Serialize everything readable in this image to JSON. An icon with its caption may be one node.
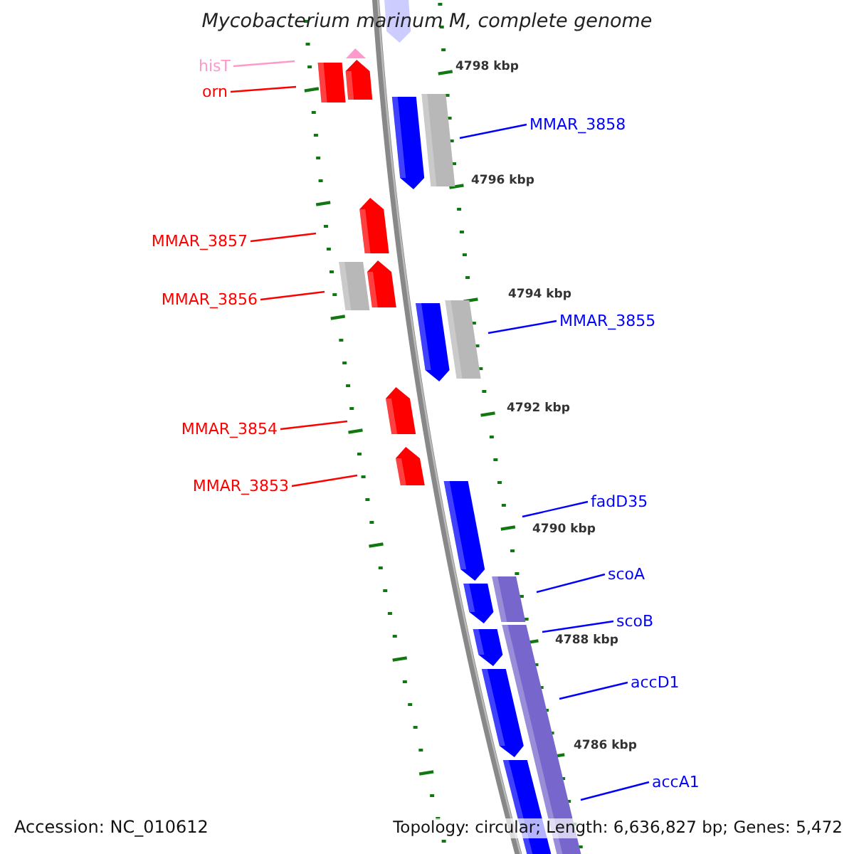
{
  "diagram": {
    "title": "Mycobacterium marinum M, complete genome",
    "nodes": [
      {
        "text": [
          "hisT"
        ]
      },
      {
        "text": [
          "orn"
        ]
      },
      {
        "text": [
          "MMAR_3858"
        ]
      },
      {
        "text": [
          "MMAR_3857"
        ]
      },
      {
        "text": [
          "MMAR_3856"
        ]
      },
      {
        "text": [
          "MMAR_3855"
        ]
      },
      {
        "text": [
          "MMAR_3854"
        ]
      },
      {
        "text": [
          "MMAR_3853"
        ]
      },
      {
        "text": [
          "fadD35"
        ]
      },
      {
        "text": [
          "scoA"
        ]
      },
      {
        "text": [
          "scoB"
        ]
      },
      {
        "text": [
          "accD1"
        ]
      },
      {
        "text": [
          "accA1"
        ]
      }
    ],
    "edges": [
      {
        "from": 0,
        "to": null,
        "arrow": "none",
        "color": "#ff99cc"
      },
      {
        "from": 1,
        "to": null,
        "arrow": "none",
        "color": "#ff0000"
      },
      {
        "from": 2,
        "to": null,
        "arrow": "none"
      },
      {
        "from": 3,
        "to": null,
        "arrow": "none",
        "color": "#ff0000"
      },
      {
        "from": 4,
        "to": null,
        "arrow": "none",
        "color": "#ff0000"
      },
      {
        "from": 5,
        "to": null,
        "arrow": "none"
      },
      {
        "from": 6,
        "to": null,
        "arrow": "none",
        "color": "#ff0000"
      },
      {
        "from": 7,
        "to": null,
        "arrow": "none",
        "color": "#ff0000"
      },
      {
        "from": 8,
        "to": null,
        "arrow": "none"
      },
      {
        "from": 9,
        "to": null,
        "arrow": "none"
      },
      {
        "from": 10,
        "to": null,
        "arrow": "none"
      },
      {
        "from": 11,
        "to": null,
        "arrow": "none"
      },
      {
        "from": 12,
        "to": null,
        "arrow": "none"
      }
    ],
    "labels": [
      "4798 kbp",
      "4796 kbp",
      "4794 kbp",
      "4792 kbp",
      "4790 kbp",
      "4788 kbp",
      "4786 kbp",
      "Accession: NC_010612",
      "Topology: circular; Length: 6,636,827 bp; Genes: 5,472"
    ]
  }
}
